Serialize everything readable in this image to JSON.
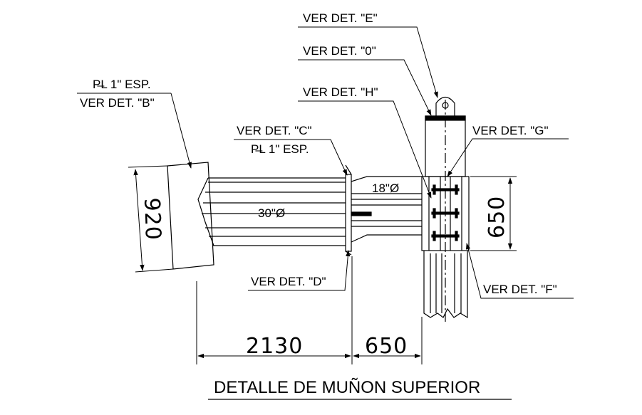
{
  "title": "DETALLE DE MUÑON SUPERIOR",
  "callouts": {
    "det_e": "VER DET. \"E\"",
    "det_0": "VER DET. \"0\"",
    "det_h": "VER DET. \"H\"",
    "det_g": "VER DET. \"G\"",
    "det_c": "VER DET. \"C\"",
    "det_d": "VER DET. \"D\"",
    "det_f": "VER DET. \"F\"",
    "det_b": "VER DET. \"B\"",
    "plate_b": "P̶L 1\" ESP.",
    "plate_c": "P̶L 1\" ESP."
  },
  "pipes": {
    "large_dia": "30\"Ø",
    "small_dia": "18\"Ø"
  },
  "dimensions": {
    "pipe_depth": "920",
    "column_height": "650",
    "horizontal_long": "2130",
    "horizontal_short": "650"
  }
}
